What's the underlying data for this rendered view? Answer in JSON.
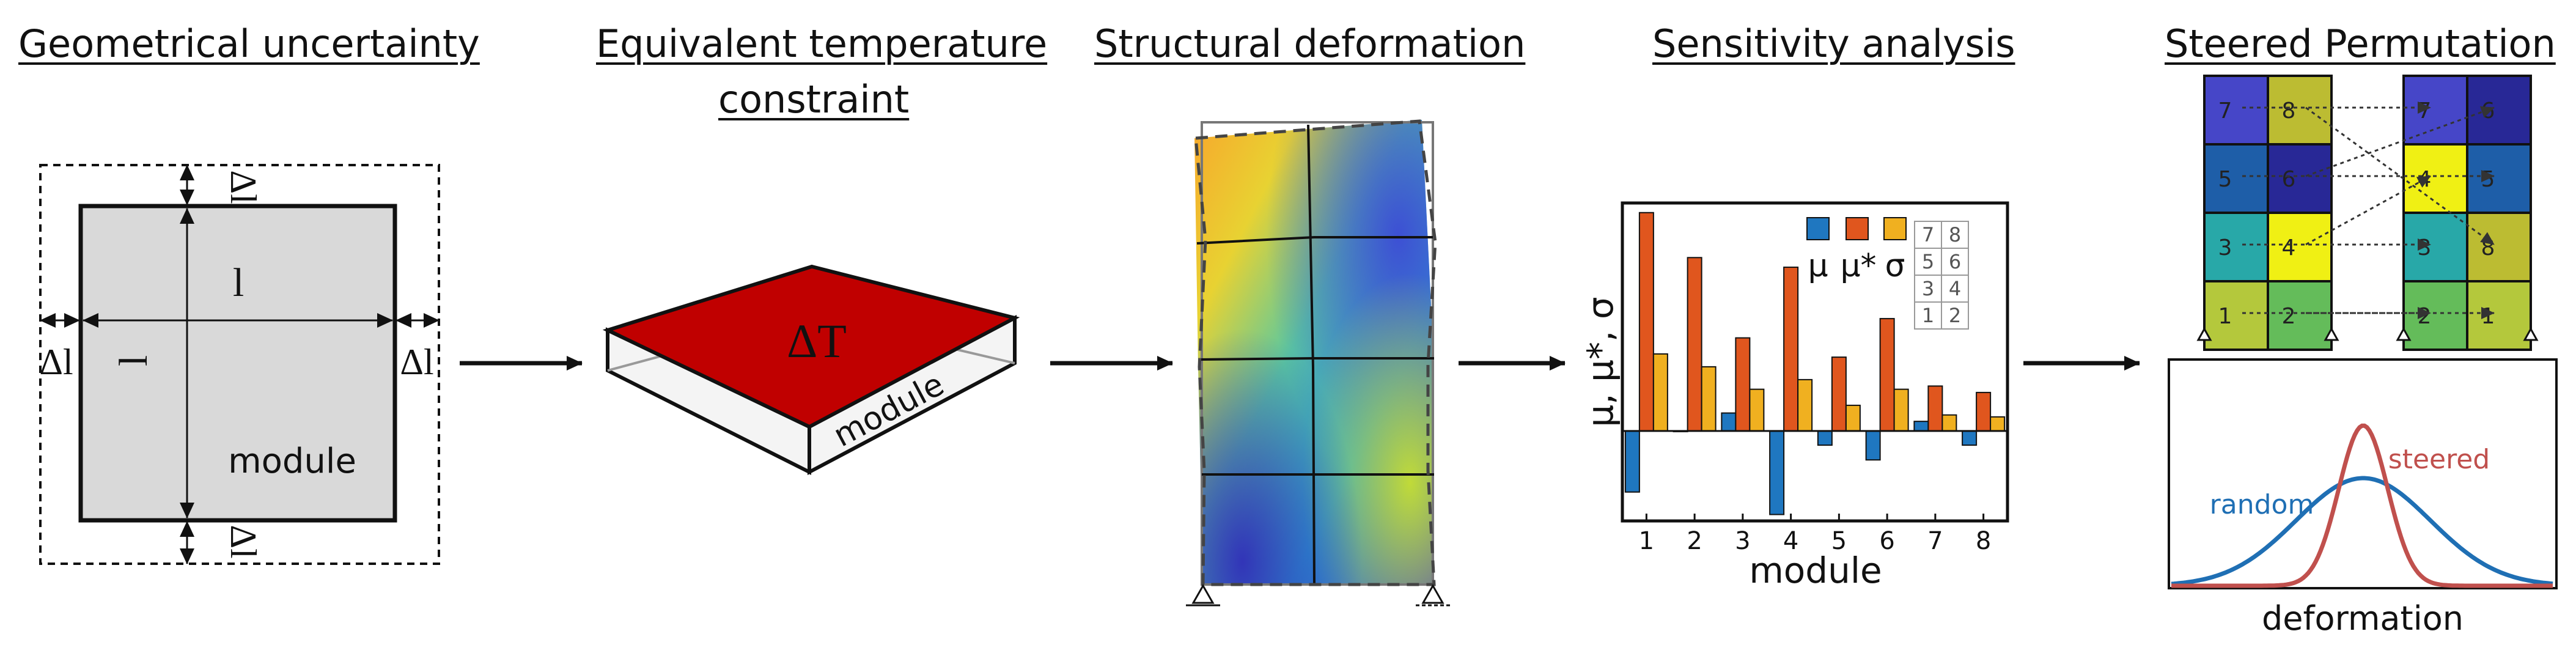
{
  "headings": {
    "geometrical": "Geometrical uncertainty",
    "equivalent_line1": "Equivalent temperature",
    "equivalent_line2": "constraint",
    "structural": "Structural deformation",
    "sensitivity": "Sensitivity analysis",
    "steered": "Steered Permutation"
  },
  "geometry_panel": {
    "length_label": "l",
    "delta_label": "Δl",
    "module_label": "module"
  },
  "temperature_panel": {
    "delta_t_label": "ΔT",
    "module_label": "module"
  },
  "colors": {
    "module_fill": "#d9d9d9",
    "slab_top": "#c00000",
    "mu": "#1f77c0",
    "mu_star": "#e0561e",
    "sigma": "#f0b020",
    "random_curve": "#1f6fb4",
    "steered_curve": "#c0504d"
  },
  "chart_data": {
    "type": "bar",
    "categories": [
      "1",
      "2",
      "3",
      "4",
      "5",
      "6",
      "7",
      "8"
    ],
    "series": [
      {
        "name": "μ",
        "values": [
          -0.95,
          0.0,
          0.28,
          -1.3,
          -0.22,
          -0.45,
          0.15,
          -0.22
        ]
      },
      {
        "name": "μ*",
        "values": [
          3.4,
          2.7,
          1.45,
          2.55,
          1.15,
          1.75,
          0.7,
          0.6
        ]
      },
      {
        "name": "σ",
        "values": [
          1.2,
          1.0,
          0.65,
          0.8,
          0.4,
          0.65,
          0.25,
          0.22
        ]
      }
    ],
    "xlabel": "module",
    "ylabel": "μ, μ*, σ",
    "ylim": [
      -1.4,
      3.55
    ],
    "legend": [
      "μ",
      "μ*",
      "σ"
    ],
    "legend_placement": "top-right",
    "inset_grid": [
      [
        "7",
        "8"
      ],
      [
        "5",
        "6"
      ],
      [
        "3",
        "4"
      ],
      [
        "1",
        "2"
      ]
    ]
  },
  "permutation": {
    "left_grid": [
      [
        "7",
        "8"
      ],
      [
        "5",
        "6"
      ],
      [
        "3",
        "4"
      ],
      [
        "1",
        "2"
      ]
    ],
    "right_grid": [
      [
        "7",
        "6"
      ],
      [
        "4",
        "5"
      ],
      [
        "3",
        "8"
      ],
      [
        "2",
        "1"
      ]
    ],
    "left_colors": [
      [
        "#4646c8",
        "#bcbc32"
      ],
      [
        "#1e5ea8",
        "#282896"
      ],
      [
        "#28a8a8",
        "#f0f014"
      ],
      [
        "#b4c83c",
        "#64bc5a"
      ]
    ],
    "right_colors": [
      [
        "#4646c8",
        "#282896"
      ],
      [
        "#f0f014",
        "#1e5ea8"
      ],
      [
        "#28a8a8",
        "#bcbc32"
      ],
      [
        "#64bc5a",
        "#b4c83c"
      ]
    ]
  },
  "distribution": {
    "random_label": "random",
    "steered_label": "steered",
    "xlabel": "deformation"
  }
}
